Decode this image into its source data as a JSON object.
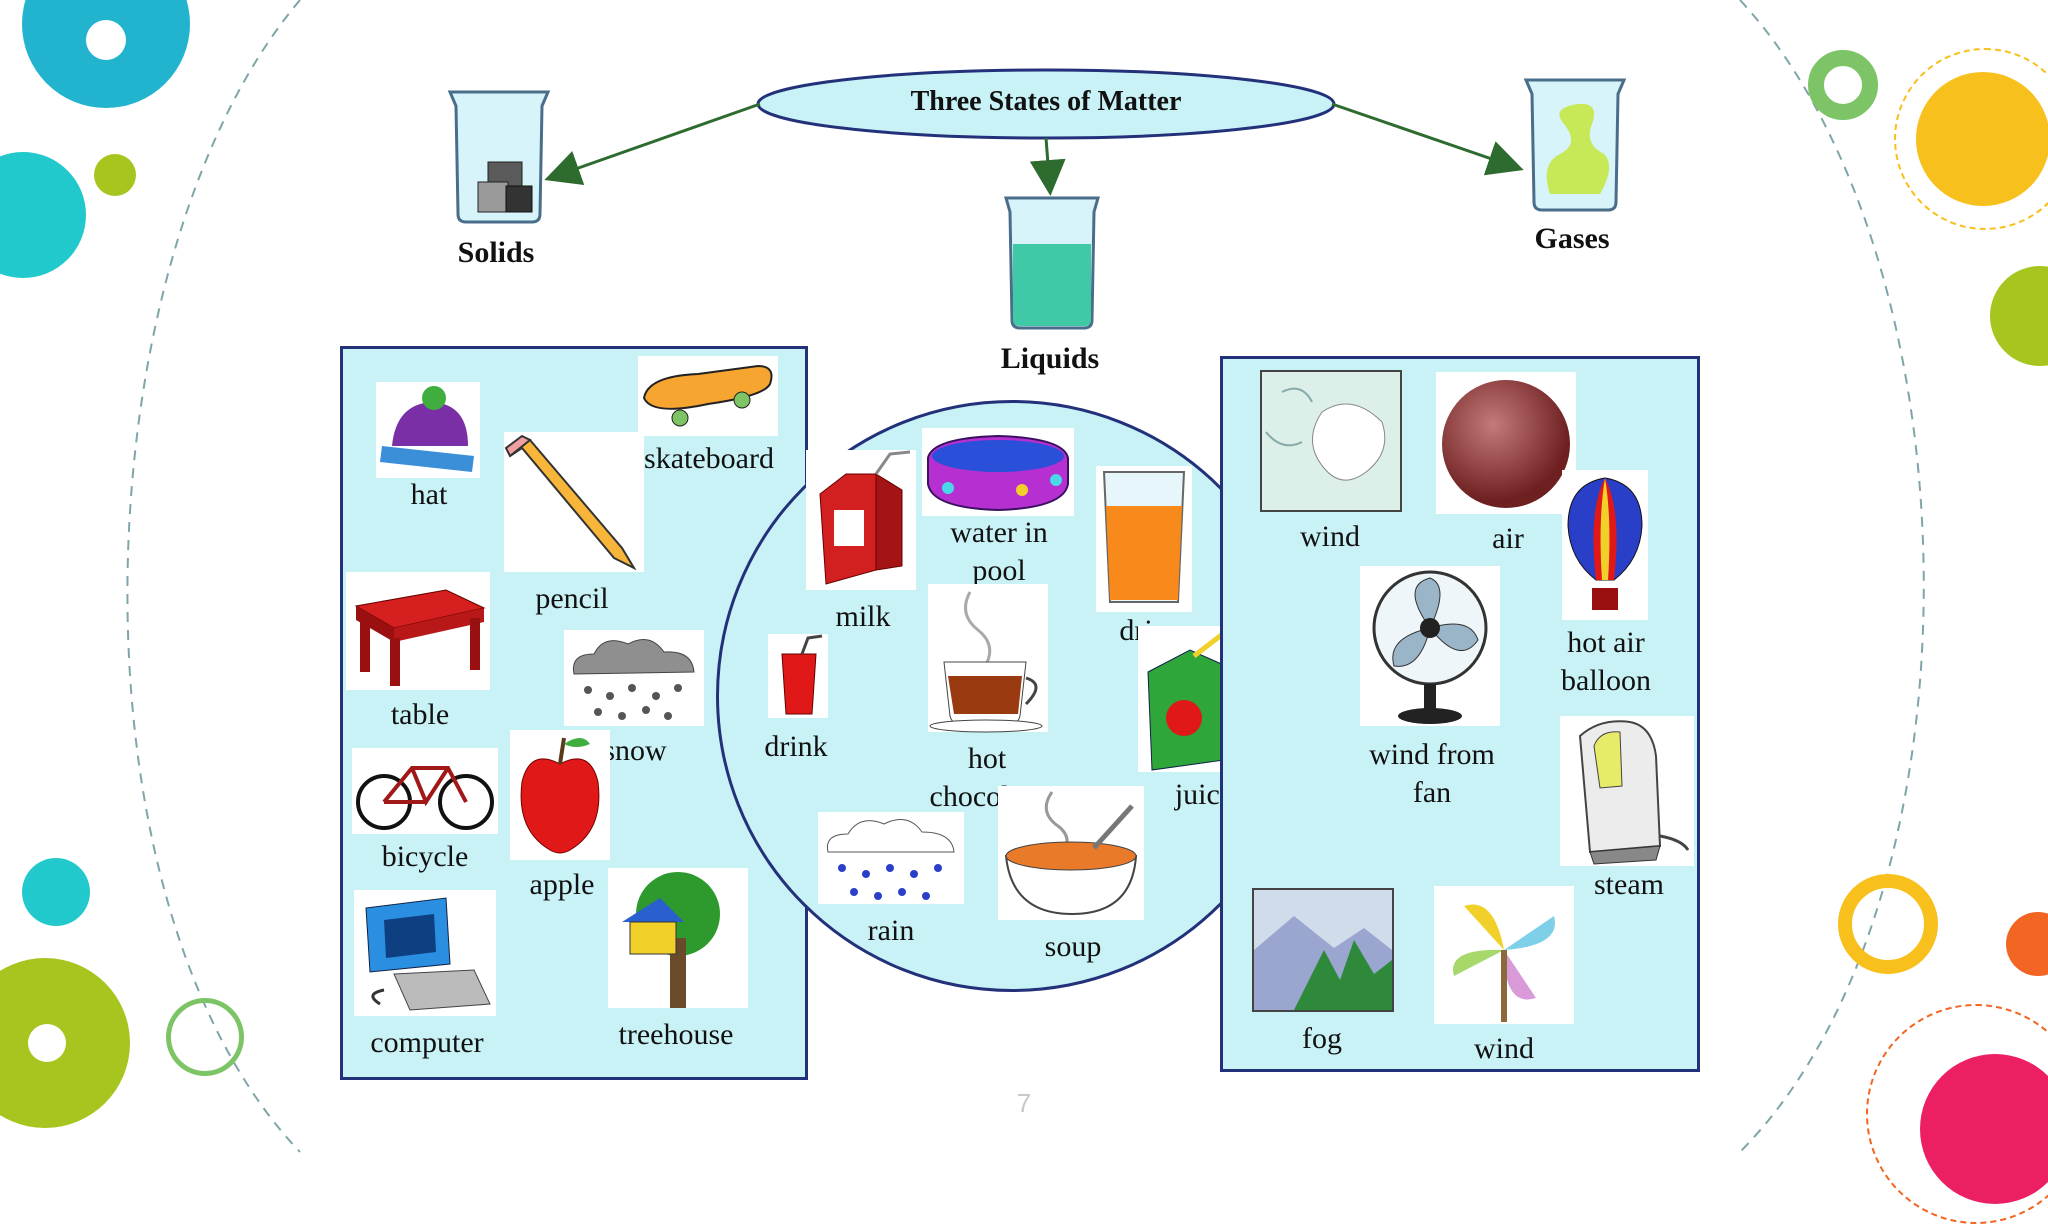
{
  "title": "Three States of Matter",
  "states": {
    "solids": "Solids",
    "liquids": "Liquids",
    "gases": "Gases"
  },
  "solids_items": {
    "hat": "hat",
    "skateboard": "skateboard",
    "pencil": "pencil",
    "table": "table",
    "snow": "snow",
    "bicycle": "bicycle",
    "apple": "apple",
    "computer": "computer",
    "treehouse": "treehouse"
  },
  "liquids_items": {
    "milk": "milk",
    "water_in_pool": [
      "water in",
      "pool"
    ],
    "drink_top": "dri",
    "drink": "drink",
    "hot_chocolate": [
      "hot",
      "chocolate"
    ],
    "juice": "juice",
    "rain": "rain",
    "soup": "soup"
  },
  "gases_items": {
    "wind_map": "wind",
    "air": "air",
    "hot_air_balloon": [
      "hot air",
      "balloon"
    ],
    "wind_from_fan": [
      "wind from",
      "fan"
    ],
    "steam": "steam",
    "fog": "fog",
    "wind_pinwheel": "wind"
  },
  "page_number": "7",
  "colors": {
    "panel_bg": "#c9f2f6",
    "panel_border": "#23307a",
    "arrow": "#2e6b2e",
    "deco_blue": "#22b4cf",
    "deco_teal": "#22c9cc",
    "deco_lime": "#a6c61f",
    "deco_yellow": "#f8c01c",
    "deco_orange": "#f26522",
    "deco_pink": "#ec1f63"
  }
}
